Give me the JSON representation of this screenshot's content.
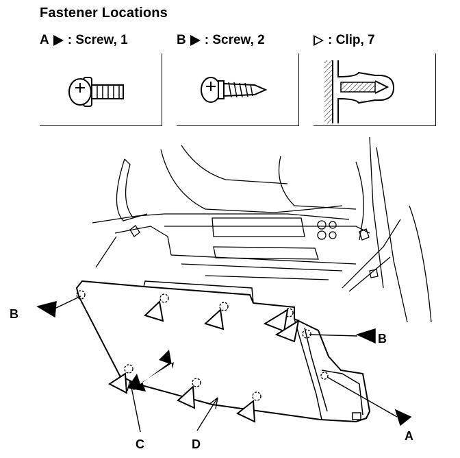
{
  "title": "Fastener Locations",
  "legend": [
    {
      "letter": "A",
      "marker": "solid-triangle",
      "text": ": Screw, 1"
    },
    {
      "letter": "B",
      "marker": "solid-triangle",
      "text": ": Screw, 2"
    },
    {
      "letter": "",
      "marker": "hollow-triangle",
      "text": ": Clip, 7"
    }
  ],
  "callouts": {
    "b_left": "B",
    "b_right": "B",
    "a": "A",
    "c": "C",
    "d": "D"
  }
}
